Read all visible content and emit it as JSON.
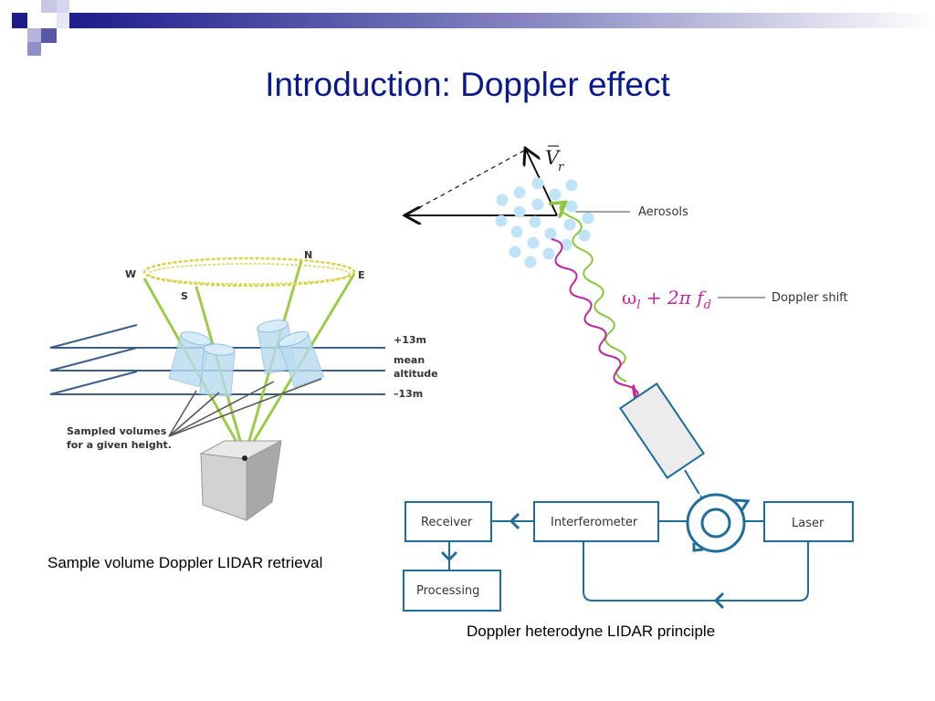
{
  "slide": {
    "title": "Introduction: Doppler effect",
    "accent_color": "#0a1a8c"
  },
  "left_figure": {
    "compass": {
      "north": "N",
      "south": "S",
      "west": "W",
      "east": "E"
    },
    "height_labels": {
      "top": "+13m",
      "mean_line1": "mean",
      "mean_line2": "altitude",
      "bottom": "–13m"
    },
    "annotation_line1": "Sampled volumes",
    "annotation_line2": "for a given height.",
    "caption": "Sample volume Doppler LIDAR retrieval"
  },
  "right_figure": {
    "velocity_symbol": "V",
    "velocity_subscript": "r",
    "aerosols_label": "Aerosols",
    "formula_omega": "ω",
    "formula_omega_sub": "l",
    "formula_rest": " + 2π f",
    "formula_f_sub": "d",
    "doppler_shift_label": "Doppler shift",
    "boxes": {
      "receiver": "Receiver",
      "interferometer": "Interferometer",
      "laser": "Laser",
      "processing": "Processing"
    },
    "caption": "Doppler heterodyne LIDAR principle",
    "colors": {
      "diagram_blue": "#1f6d9a",
      "aerosol_blue": "#bfe3f7",
      "magenta": "#c0299c",
      "green": "#8cc63f"
    }
  }
}
